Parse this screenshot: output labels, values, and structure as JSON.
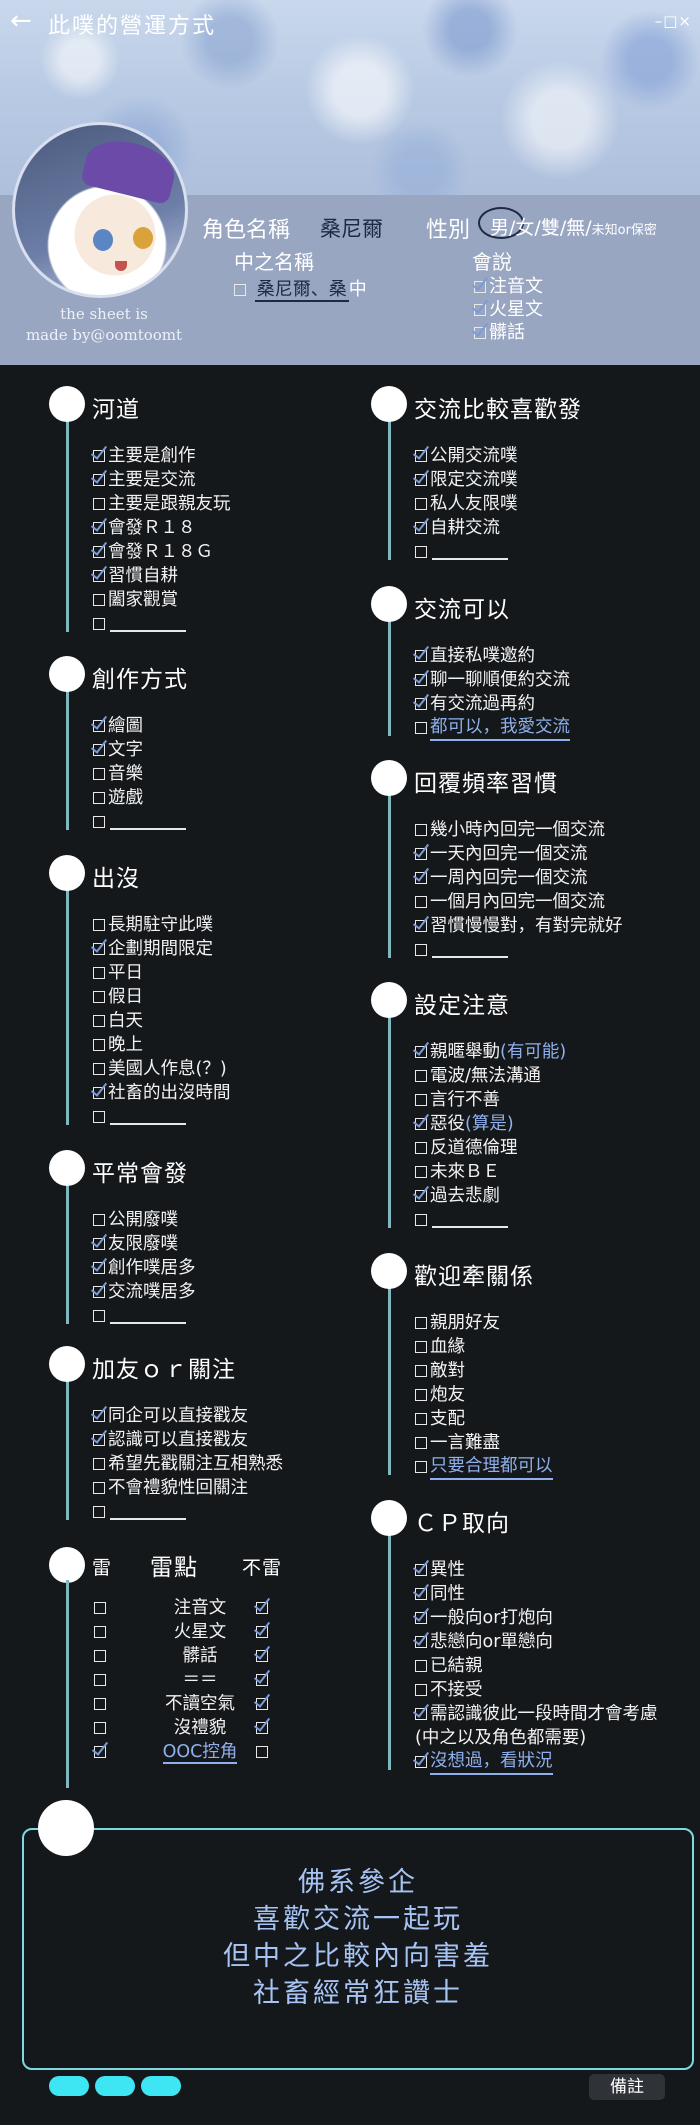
{
  "window": {
    "title": "此噗的營運方式",
    "back_icon": "←",
    "controls": "–□×"
  },
  "profile": {
    "credit_line1": "the sheet is",
    "credit_line2": "made by@oomtoomt",
    "char_name_label": "角色名稱",
    "char_name_value": "桑尼爾",
    "gender_label": "性別",
    "gender_male": "男",
    "gender_rest": "/女/雙/無/",
    "gender_other": "未知or保密",
    "nick_label": "中之名稱",
    "nick_value": "桑尼爾、桑",
    "nick_suffix": "中",
    "lang_label": "會說",
    "languages": [
      "注音文",
      "火星文",
      "髒話"
    ]
  },
  "left_sections": [
    {
      "title": "河道",
      "items": [
        {
          "t": "主要是創作",
          "c": true
        },
        {
          "t": "主要是交流",
          "c": true
        },
        {
          "t": "主要是跟親友玩",
          "c": false
        },
        {
          "t": "會發Ｒ１８",
          "c": true
        },
        {
          "t": "會發Ｒ１８Ｇ",
          "c": true
        },
        {
          "t": "習慣自耕",
          "c": true
        },
        {
          "t": "闔家觀賞",
          "c": false
        },
        {
          "t": "",
          "c": false,
          "blank": true
        }
      ]
    },
    {
      "title": "創作方式",
      "items": [
        {
          "t": "繪圖",
          "c": true
        },
        {
          "t": "文字",
          "c": true
        },
        {
          "t": "音樂",
          "c": false
        },
        {
          "t": "遊戲",
          "c": false
        },
        {
          "t": "",
          "c": false,
          "blank": true
        }
      ]
    },
    {
      "title": "出沒",
      "items": [
        {
          "t": "長期駐守此噗",
          "c": false
        },
        {
          "t": "企劃期間限定",
          "c": true
        },
        {
          "t": "平日",
          "c": false
        },
        {
          "t": "假日",
          "c": false
        },
        {
          "t": "白天",
          "c": false
        },
        {
          "t": "晚上",
          "c": false
        },
        {
          "t": "美國人作息(？)",
          "c": false
        },
        {
          "t": "社畜的出沒時間",
          "c": true
        },
        {
          "t": "",
          "c": false,
          "blank": true
        }
      ]
    },
    {
      "title": "平常會發",
      "items": [
        {
          "t": "公開廢噗",
          "c": false
        },
        {
          "t": "友限廢噗",
          "c": true
        },
        {
          "t": "創作噗居多",
          "c": true
        },
        {
          "t": "交流噗居多",
          "c": true
        },
        {
          "t": "",
          "c": false,
          "blank": true
        }
      ]
    },
    {
      "title": "加友ｏｒ關注",
      "items": [
        {
          "t": "同企可以直接戳友",
          "c": true
        },
        {
          "t": "認識可以直接戳友",
          "c": true
        },
        {
          "t": "希望先戳關注互相熟悉",
          "c": false
        },
        {
          "t": "不會禮貌性回關注",
          "c": false
        },
        {
          "t": "",
          "c": false,
          "blank": true
        }
      ]
    }
  ],
  "thunder": {
    "title": "雷",
    "mid": "雷點",
    "right": "不雷",
    "rows": [
      {
        "label": "注音文",
        "thunder": false,
        "ok": true
      },
      {
        "label": "火星文",
        "thunder": false,
        "ok": true
      },
      {
        "label": "髒話",
        "thunder": false,
        "ok": true
      },
      {
        "label": "＝＝",
        "thunder": false,
        "ok": true
      },
      {
        "label": "不讀空氣",
        "thunder": false,
        "ok": true
      },
      {
        "label": "沒禮貌",
        "thunder": false,
        "ok": true
      },
      {
        "label": "OOC控角",
        "thunder": true,
        "ok": false,
        "hl": true
      }
    ]
  },
  "right_sections": [
    {
      "title": "交流比較喜歡發",
      "items": [
        {
          "t": "公開交流噗",
          "c": true
        },
        {
          "t": "限定交流噗",
          "c": true
        },
        {
          "t": "私人友限噗",
          "c": false
        },
        {
          "t": "自耕交流",
          "c": true
        },
        {
          "t": "",
          "c": false,
          "blank": true
        }
      ]
    },
    {
      "title": "交流可以",
      "items": [
        {
          "t": "直接私噗邀約",
          "c": true
        },
        {
          "t": "聊一聊順便約交流",
          "c": true
        },
        {
          "t": "有交流過再約",
          "c": true
        },
        {
          "t": "都可以，我愛交流",
          "c": false,
          "hl": true
        }
      ]
    },
    {
      "title": "回覆頻率習慣",
      "items": [
        {
          "t": "幾小時內回完一個交流",
          "c": false
        },
        {
          "t": "一天內回完一個交流",
          "c": true
        },
        {
          "t": "一周內回完一個交流",
          "c": true
        },
        {
          "t": "一個月內回完一個交流",
          "c": false
        },
        {
          "t": "習慣慢慢對，有對完就好",
          "c": true
        },
        {
          "t": "",
          "c": false,
          "blank": true
        }
      ]
    },
    {
      "title": "設定注意",
      "items": [
        {
          "t": "親暱舉動",
          "c": true,
          "note": "(有可能)"
        },
        {
          "t": "電波/無法溝通",
          "c": false
        },
        {
          "t": "言行不善",
          "c": false
        },
        {
          "t": "惡役",
          "c": true,
          "note": "(算是)"
        },
        {
          "t": "反道德倫理",
          "c": false
        },
        {
          "t": "未來ＢＥ",
          "c": false
        },
        {
          "t": "過去悲劇",
          "c": true
        },
        {
          "t": "",
          "c": false,
          "blank": true
        }
      ]
    },
    {
      "title": "歡迎牽關係",
      "items": [
        {
          "t": "親朋好友",
          "c": false
        },
        {
          "t": "血緣",
          "c": false
        },
        {
          "t": "敵對",
          "c": false
        },
        {
          "t": "炮友",
          "c": false
        },
        {
          "t": "支配",
          "c": false
        },
        {
          "t": "一言難盡",
          "c": false
        },
        {
          "t": "只要合理都可以",
          "c": false,
          "hl": true
        }
      ]
    },
    {
      "title": "ＣＰ取向",
      "items": [
        {
          "t": "異性",
          "c": true
        },
        {
          "t": "同性",
          "c": true
        },
        {
          "t": "一般向or打炮向",
          "c": true
        },
        {
          "t": "悲戀向or單戀向",
          "c": true
        },
        {
          "t": "已結親",
          "c": false
        },
        {
          "t": "不接受",
          "c": false
        },
        {
          "t": "需認識彼此一段時間才會考慮",
          "c": true
        },
        {
          "t": "(中之以及角色都需要)",
          "c": false,
          "nocb": true
        },
        {
          "t": "沒想過，看狀況",
          "c": true,
          "hl": true
        }
      ]
    }
  ],
  "remarks": {
    "lines": [
      "佛系參企",
      "喜歡交流一起玩",
      "但中之比較內向害羞",
      "社畜經常狂讚士"
    ],
    "note_button": "備註"
  },
  "colors": {
    "accent": "#7fd9e0",
    "check": "#7a9bd8",
    "highlight": "#8fb0ec",
    "line": "#7fb8be"
  }
}
